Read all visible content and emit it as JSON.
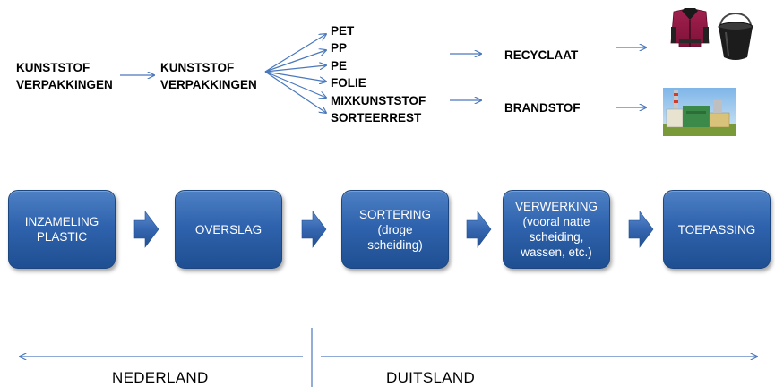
{
  "top_flow": {
    "source_lines": [
      "KUNSTSTOF",
      "VERPAKKINGEN"
    ],
    "collected_lines": [
      "KUNSTSTOF",
      "VERPAKKINGEN"
    ],
    "fractions": [
      "PET",
      "PP",
      "PE",
      "FOLIE",
      "MIXKUNSTSTOF",
      "SORTEERREST"
    ],
    "outputs": {
      "recyclaat": "RECYCLAAT",
      "brandstof": "BRANDSTOF"
    },
    "images": [
      "fleece-jacket-icon",
      "black-bucket-icon",
      "power-plant-photo-icon"
    ]
  },
  "process_steps": [
    {
      "lines": [
        "INZAMELING",
        "PLASTIC"
      ]
    },
    {
      "lines": [
        "OVERSLAG"
      ]
    },
    {
      "lines": [
        "SORTERING",
        "(droge",
        "scheiding)"
      ]
    },
    {
      "lines": [
        "VERWERKING",
        "(vooral natte",
        "scheiding,",
        "wassen, etc.)"
      ]
    },
    {
      "lines": [
        "TOEPASSING"
      ]
    }
  ],
  "regions": {
    "left": "NEDERLAND",
    "right": "DUITSLAND"
  },
  "colors": {
    "box_blue": "#2f63ad",
    "arrow_blue": "#3a6fb8",
    "line_blue": "#4a78bd"
  }
}
